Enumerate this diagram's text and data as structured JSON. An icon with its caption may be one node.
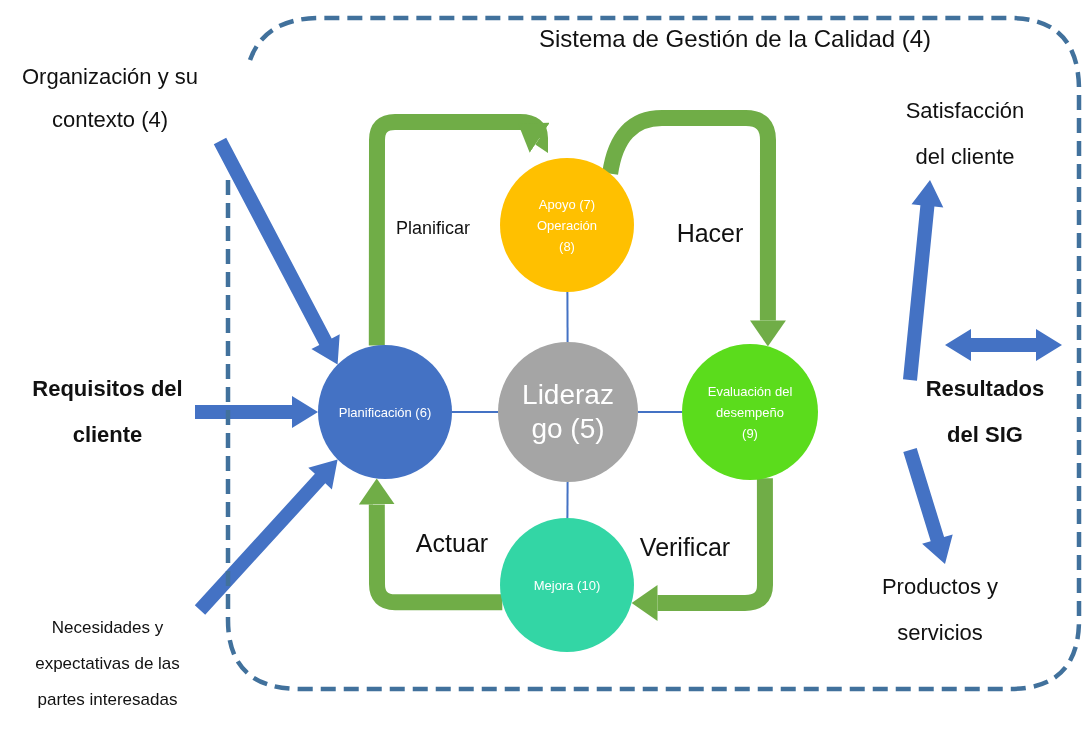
{
  "diagram": {
    "nodes": [
      {
        "text": [
          "Sistema de Gestión de la Calidad (4)"
        ]
      },
      {
        "text": [
          "Organización y su contexto (4)"
        ]
      },
      {
        "text": [
          "Requisitos del cliente"
        ]
      },
      {
        "text": [
          "Necesidades y expectativas de las partes interesadas"
        ]
      },
      {
        "text": [
          "Apoyo (7) Operación (8)"
        ],
        "in": 0
      },
      {
        "text": [
          "Planificación (6)"
        ],
        "in": 0
      },
      {
        "text": [
          "Liderazgo (5)"
        ],
        "in": 0
      },
      {
        "text": [
          "Evaluación del desempeño (9)"
        ],
        "in": 0
      },
      {
        "text": [
          "Mejora (10)"
        ],
        "in": 0
      },
      {
        "text": [
          "Satisfacción del cliente"
        ],
        "in": 0
      },
      {
        "text": [
          "Resultados del SIG"
        ],
        "in": 0
      },
      {
        "text": [
          "Productos y servicios"
        ],
        "in": 0
      }
    ],
    "edges": [
      {
        "from": 1,
        "to": 5,
        "arrow": "to",
        "style": "thick",
        "color": "#4472c4"
      },
      {
        "from": 2,
        "to": 5,
        "arrow": "to",
        "style": "thick",
        "color": "#4472c4"
      },
      {
        "from": 3,
        "to": 5,
        "arrow": "to",
        "style": "thick",
        "color": "#4472c4"
      },
      {
        "from": 5,
        "to": 4,
        "arrow": "to",
        "label": "Planificar",
        "style": "thick",
        "color": "#70ad47"
      },
      {
        "from": 4,
        "to": 7,
        "arrow": "to",
        "label": "Hacer",
        "style": "thick",
        "color": "#70ad47"
      },
      {
        "from": 7,
        "to": 8,
        "arrow": "to",
        "label": "Verificar",
        "style": "thick",
        "color": "#70ad47"
      },
      {
        "from": 8,
        "to": 5,
        "arrow": "to",
        "label": "Actuar",
        "style": "thick",
        "color": "#70ad47"
      },
      {
        "from": 6,
        "to": 4,
        "arrow": "none",
        "color": "#4472c4"
      },
      {
        "from": 6,
        "to": 5,
        "arrow": "none",
        "color": "#4472c4"
      },
      {
        "from": 6,
        "to": 7,
        "arrow": "none",
        "color": "#4472c4"
      },
      {
        "from": 6,
        "to": 8,
        "arrow": "none",
        "color": "#4472c4"
      },
      {
        "from": 10,
        "to": 9,
        "arrow": "to",
        "style": "thick",
        "color": "#4472c4"
      },
      {
        "from": 10,
        "to": 11,
        "arrow": "to",
        "style": "thick",
        "color": "#4472c4"
      }
    ]
  }
}
